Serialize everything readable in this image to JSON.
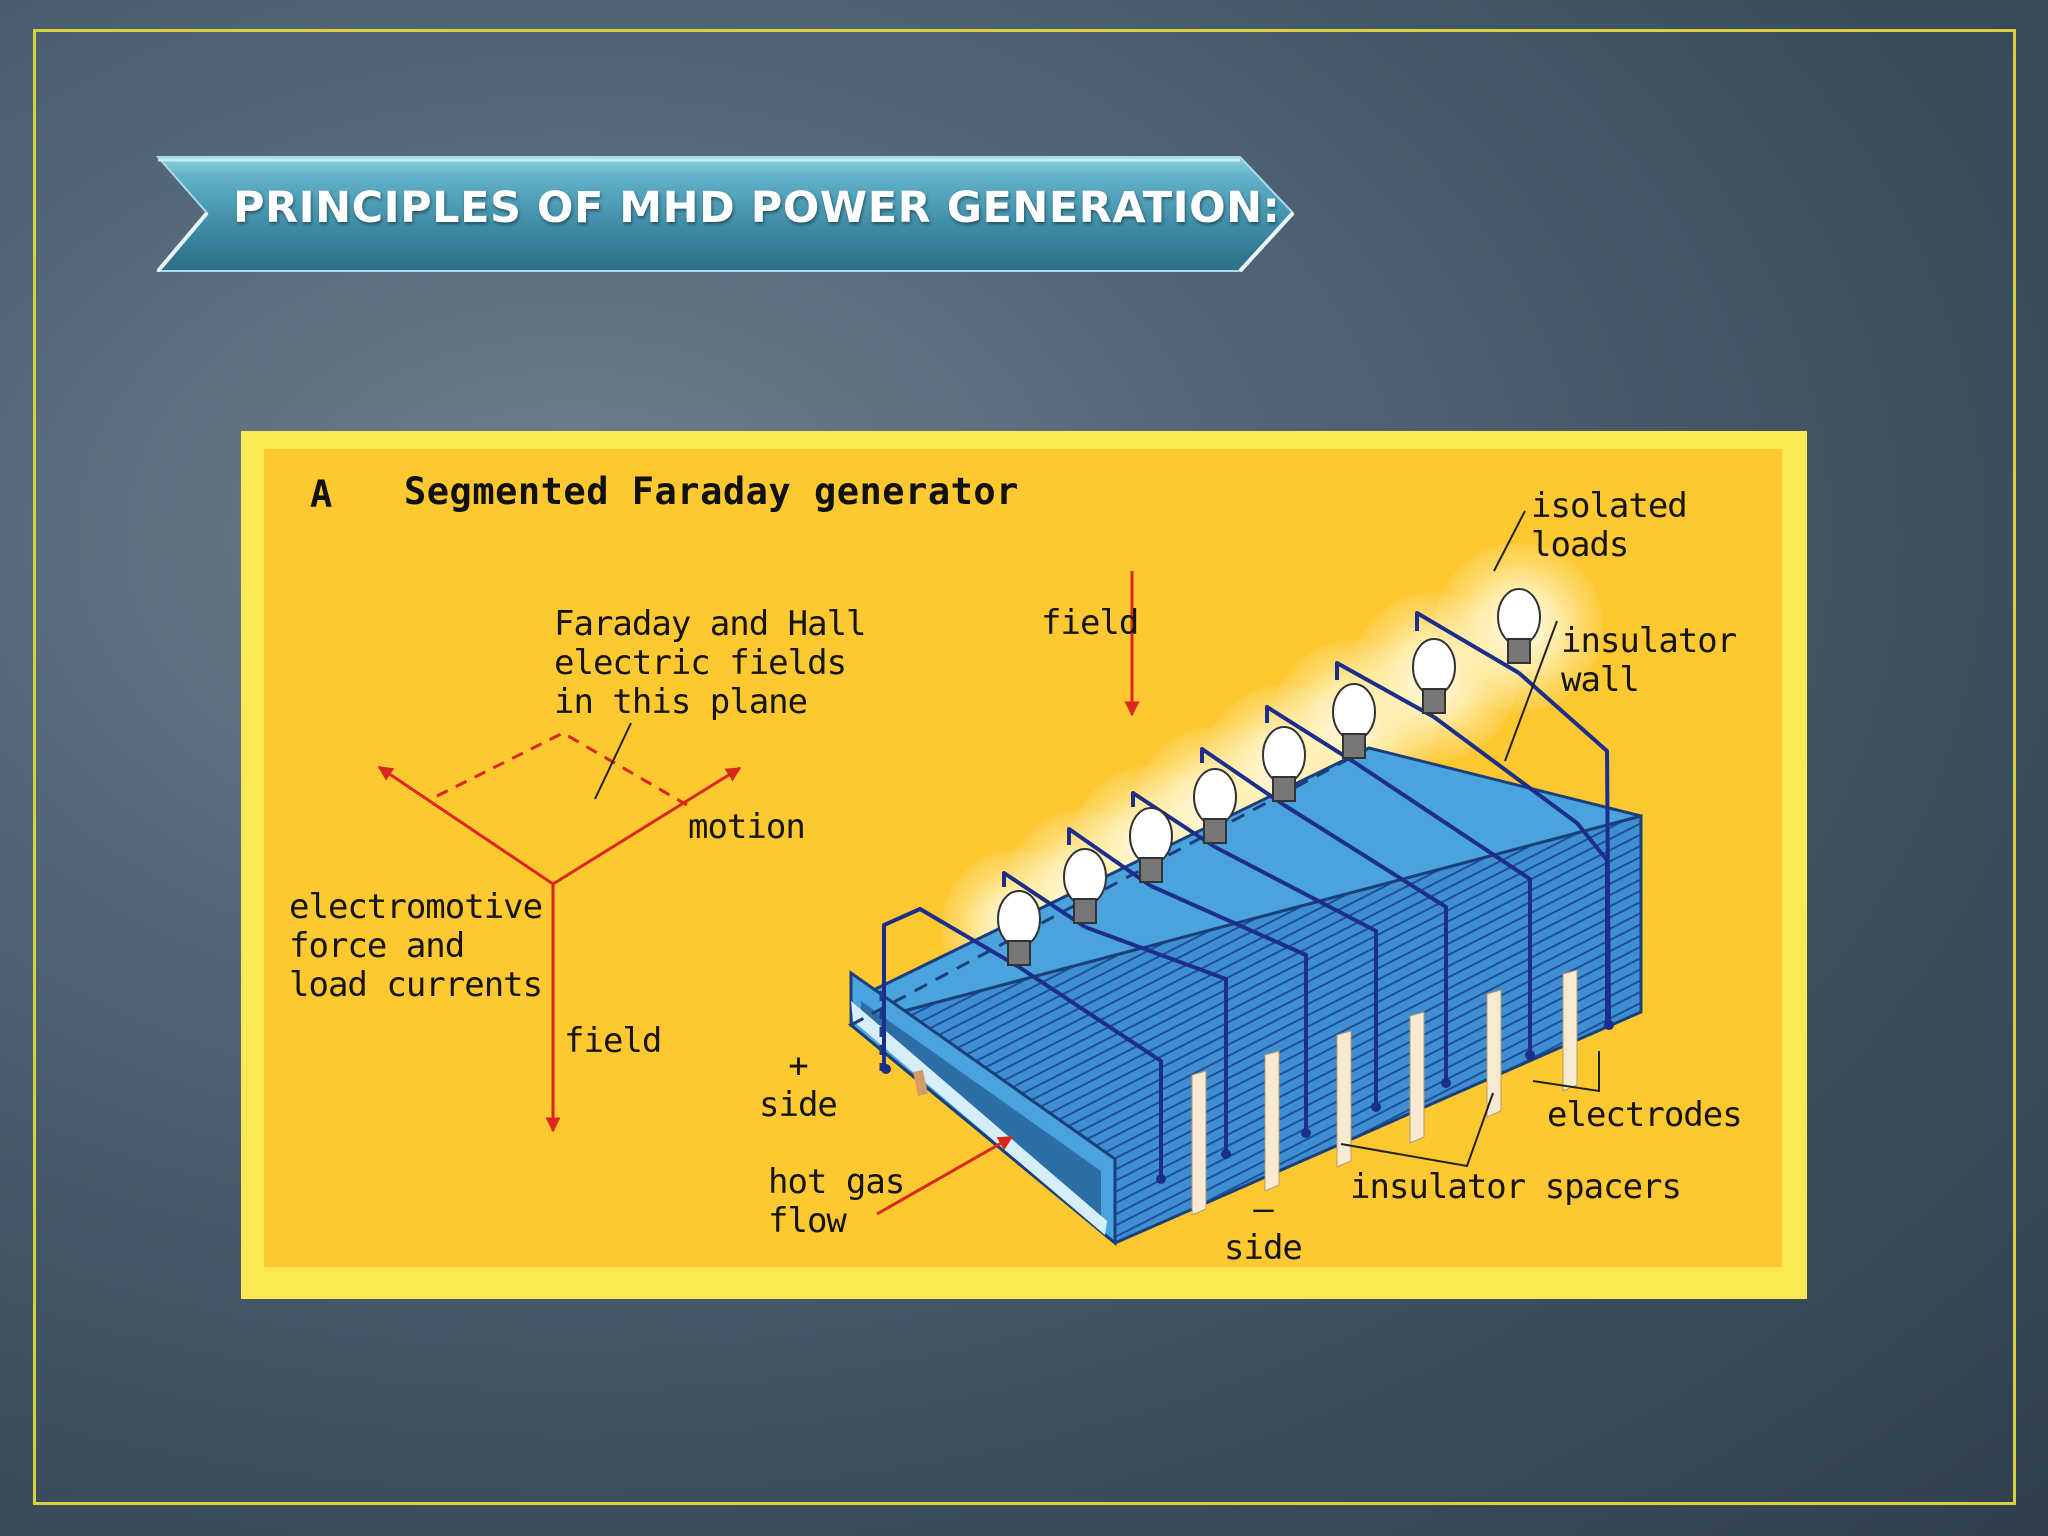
{
  "slide": {
    "title": "PRINCIPLES OF MHD POWER GENERATION:",
    "colors": {
      "frame": "#d8d23a",
      "banner": "#4f9fb6",
      "figure_background": "#fdc830",
      "arrows": "#d8281c",
      "channel": "#3f8fd0",
      "wires": "#1d2d8c"
    }
  },
  "figure": {
    "panel_letter": "A",
    "heading": "Segmented Faraday generator",
    "labels": {
      "faraday_hall": "Faraday and Hall\nelectric fields\nin this plane",
      "motion": "motion",
      "emf": "electromotive\nforce and\nload currents",
      "field_axis": "field",
      "field_top": "field",
      "isolated_loads": "isolated\nloads",
      "insulator_wall": "insulator\nwall",
      "electrodes": "electrodes",
      "insulator_spacers": "insulator spacers",
      "plus_side": "+\nside",
      "minus_side": "–\nside",
      "hot_gas_flow": "hot gas\nflow"
    }
  }
}
